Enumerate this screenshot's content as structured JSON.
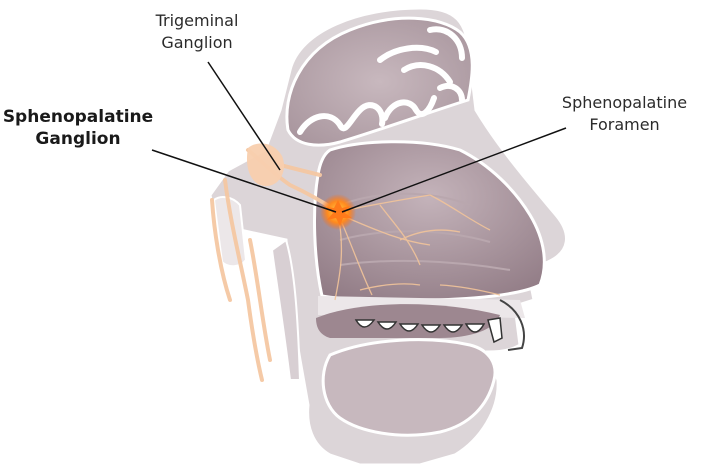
{
  "labels": {
    "trigeminal": [
      "Trigeminal",
      "Ganglion"
    ],
    "sphenopalatine_ganglion": [
      "Sphenopalatine",
      "Ganglion"
    ],
    "sphenopalatine_foramen": [
      "Sphenopalatine",
      "Foramen"
    ]
  },
  "colors": {
    "tissue_light": "#dcd5d8",
    "tissue_mid": "#c9bcc2",
    "cavity": "#a48f98",
    "brain": "#b7a6ad",
    "outline": "#ece7e9",
    "nerve": "#f5c8a3",
    "ganglion": "#ff7a1a",
    "leader": "#111111",
    "teeth": "#ffffff"
  }
}
